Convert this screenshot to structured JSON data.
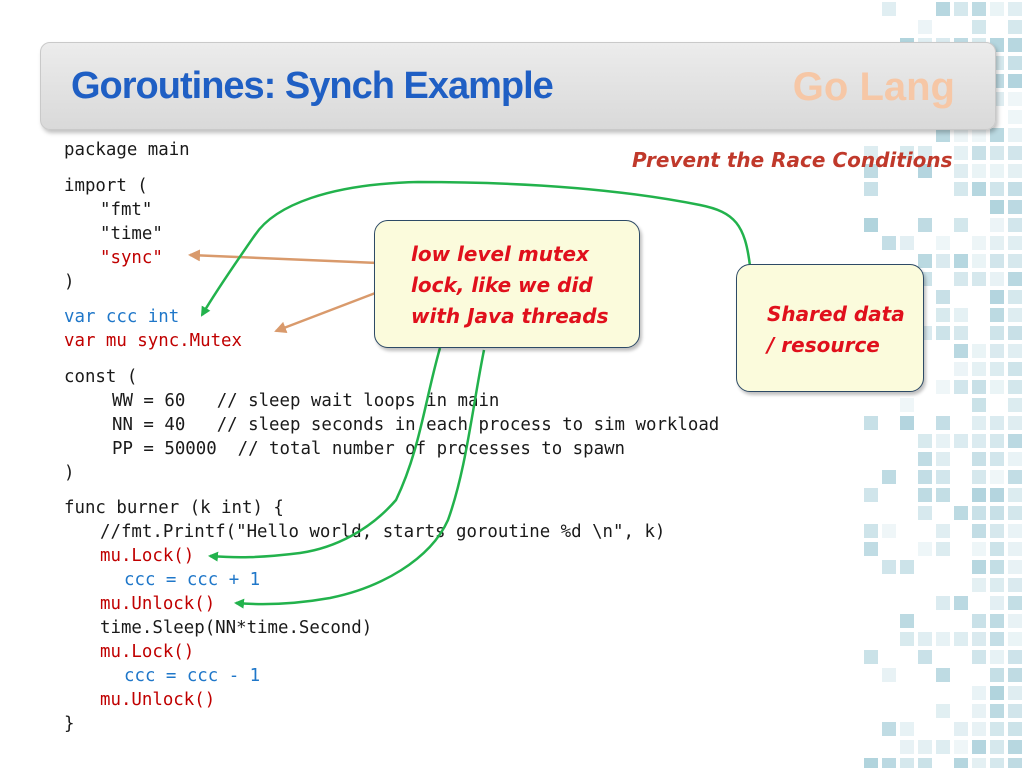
{
  "slide": {
    "title": "Goroutines: Synch Example",
    "brand": "Go Lang",
    "caption": "Prevent the Race Conditions"
  },
  "code": {
    "package": "package main",
    "import_open": "import (",
    "import_fmt": "\"fmt\"",
    "import_time": "\"time\"",
    "import_sync": "\"sync\"",
    "import_close": ")",
    "var_ccc": "var ccc int",
    "var_mu": "var mu sync.Mutex",
    "const_open": "const (",
    "const_ww": "WW = 60   // sleep wait loops in main",
    "const_nn": "NN = 40   // sleep seconds in each process to sim workload",
    "const_pp": "PP = 50000  // total number of processes to spawn",
    "const_close": ")",
    "func_sig": "func burner (k int) {",
    "func_comment": "//fmt.Printf(\"Hello world, starts goroutine %d \\n\", k)",
    "lock1": "mu.Lock()",
    "inc": "ccc = ccc + 1",
    "unlock1": "mu.Unlock()",
    "sleep": "time.Sleep(NN*time.Second)",
    "lock2": "mu.Lock()",
    "dec": "ccc = ccc - 1",
    "unlock2": "mu.Unlock()",
    "func_close": "}"
  },
  "callouts": {
    "mutex": {
      "line1": "low level mutex",
      "line2": "lock, like we did",
      "line3": "with Java threads"
    },
    "shared": {
      "line1": "Shared data",
      "line2": "/ resource"
    }
  },
  "colors": {
    "title": "#1f5fc4",
    "brand": "#f6c7a6",
    "caption": "#c0392b",
    "keyword_blue": "#1f77c9",
    "keyword_red": "#c00000",
    "arrow_green": "#22b24c",
    "arrow_orange": "#d99a6c",
    "callout_fill": "#fbfbdc",
    "callout_text": "#e0101c",
    "decor_tiles": "#7fb8c8"
  }
}
